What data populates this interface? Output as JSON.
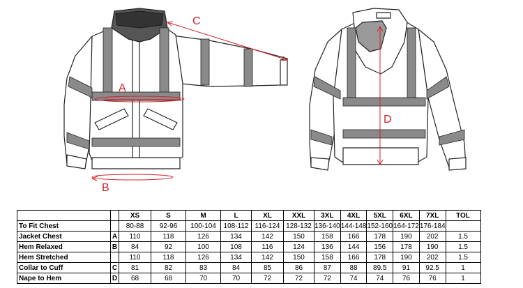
{
  "diagram": {
    "labels": [
      "A",
      "B",
      "C",
      "D"
    ],
    "accent_color": "#d4202a",
    "band_color": "#8a8a8a"
  },
  "table": {
    "header_label": "",
    "sizes": [
      "XS",
      "S",
      "M",
      "L",
      "XL",
      "XXL",
      "3XL",
      "4XL",
      "5XL",
      "6XL",
      "7XL",
      "TOL"
    ],
    "rows": [
      {
        "label": "To Fit Chest",
        "code": "",
        "values": [
          "80-88",
          "92-96",
          "100-104",
          "108-112",
          "116-124",
          "128-132",
          "136-140",
          "144-148",
          "152-160",
          "164-172",
          "176-184",
          ""
        ]
      },
      {
        "label": "Jacket Chest",
        "code": "A",
        "values": [
          "110",
          "118",
          "126",
          "134",
          "142",
          "150",
          "158",
          "166",
          "178",
          "190",
          "202",
          "1.5"
        ]
      },
      {
        "label": "Hem Relaxed",
        "code": "B",
        "values": [
          "84",
          "92",
          "100",
          "108",
          "116",
          "124",
          "136",
          "144",
          "156",
          "178",
          "190",
          "1.5"
        ]
      },
      {
        "label": "Hem Stretched",
        "code": "",
        "values": [
          "110",
          "118",
          "126",
          "134",
          "142",
          "150",
          "158",
          "166",
          "178",
          "190",
          "202",
          "1.5"
        ]
      },
      {
        "label": "Collar to Cuff",
        "code": "C",
        "values": [
          "81",
          "82",
          "83",
          "84",
          "85",
          "86",
          "87",
          "88",
          "89.5",
          "91",
          "92.5",
          "1"
        ]
      },
      {
        "label": "Nape to Hem",
        "code": "D",
        "values": [
          "68",
          "68",
          "70",
          "70",
          "72",
          "72",
          "72",
          "74",
          "74",
          "76",
          "76",
          "1"
        ]
      }
    ]
  }
}
